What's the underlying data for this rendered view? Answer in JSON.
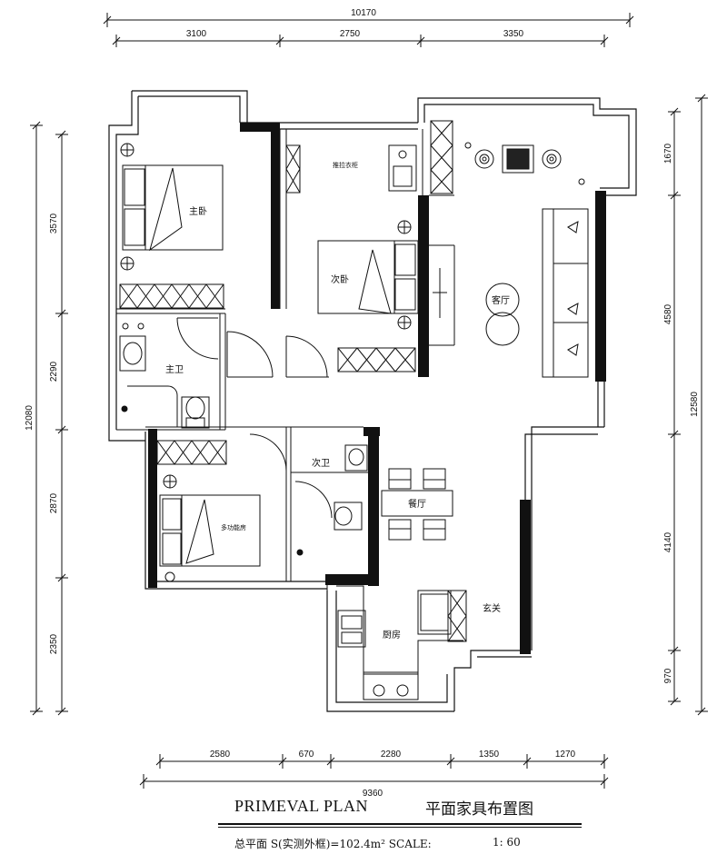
{
  "dimensions": {
    "top_total": "10170",
    "top_segments": [
      "3100",
      "2750",
      "3350"
    ],
    "bottom_total": "9360",
    "bottom_segments": [
      "2580",
      "670",
      "2280",
      "1350",
      "1270"
    ],
    "left_total": "12080",
    "left_segments": [
      "3570",
      "2290",
      "2870",
      "2350"
    ],
    "right_total": "12580",
    "right_segments": [
      "1670",
      "4580",
      "4140",
      "970"
    ]
  },
  "rooms": {
    "master_bedroom": "主卧",
    "second_bedroom": "次卧",
    "master_bath": "主卫",
    "second_bath": "次卫",
    "living_room": "客厅",
    "dining_room": "餐厅",
    "kitchen": "厨房",
    "entrance": "玄关",
    "multi_room": "多功能房",
    "wardrobe_note": "推拉衣柜"
  },
  "title_block": {
    "title_en": "PRIMEVAL PLAN",
    "title_cn": "平面家具布置图",
    "subtitle": "总平面  S(实测外框)=102.4m² SCALE:",
    "scale": "1: 60"
  }
}
